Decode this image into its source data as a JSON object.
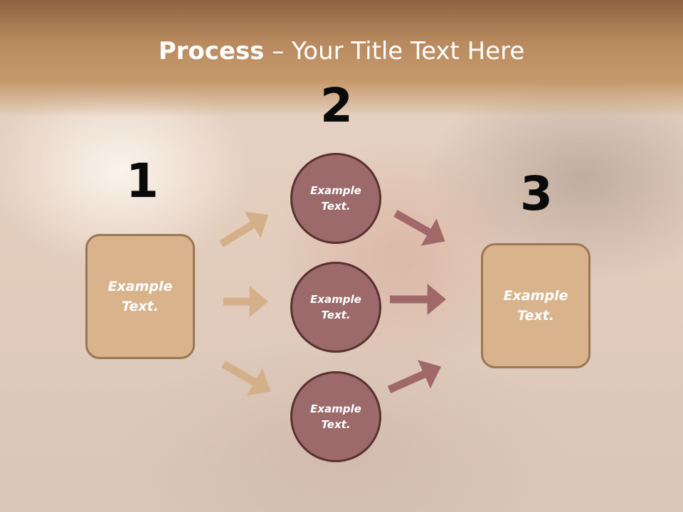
{
  "slide": {
    "title_bold": "Process",
    "title_rest": " – Your Title Text Here",
    "steps": [
      {
        "number": "1",
        "text": "Example Text."
      },
      {
        "number": "2",
        "items": [
          "Example Text.",
          "Example Text.",
          "Example Text."
        ]
      },
      {
        "number": "3",
        "text": "Example Text."
      }
    ]
  },
  "colors": {
    "box_fill": "#d9b38c",
    "box_border": "#9a7654",
    "circle_fill": "#9c6a6a",
    "circle_border": "#5a3030",
    "arrow_tan": "#d4b08a",
    "arrow_maroon": "#a06868",
    "title_band": "#b8895e"
  }
}
